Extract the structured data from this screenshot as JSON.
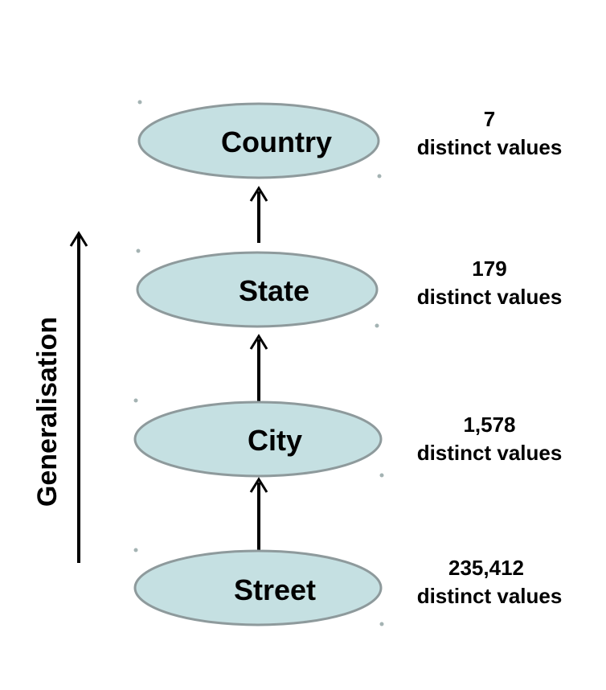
{
  "axis": {
    "label": "Generalisation"
  },
  "levels": [
    {
      "name": "Country",
      "count": "7",
      "count_unit": "distinct values"
    },
    {
      "name": "State",
      "count": "179",
      "count_unit": "distinct values"
    },
    {
      "name": "City",
      "count": "1,578",
      "count_unit": "distinct values"
    },
    {
      "name": "Street",
      "count": "235,412",
      "count_unit": "distinct values"
    }
  ],
  "colors": {
    "node_fill": "#c5e0e2",
    "node_stroke": "#8e9a9c",
    "text": "#000000"
  }
}
